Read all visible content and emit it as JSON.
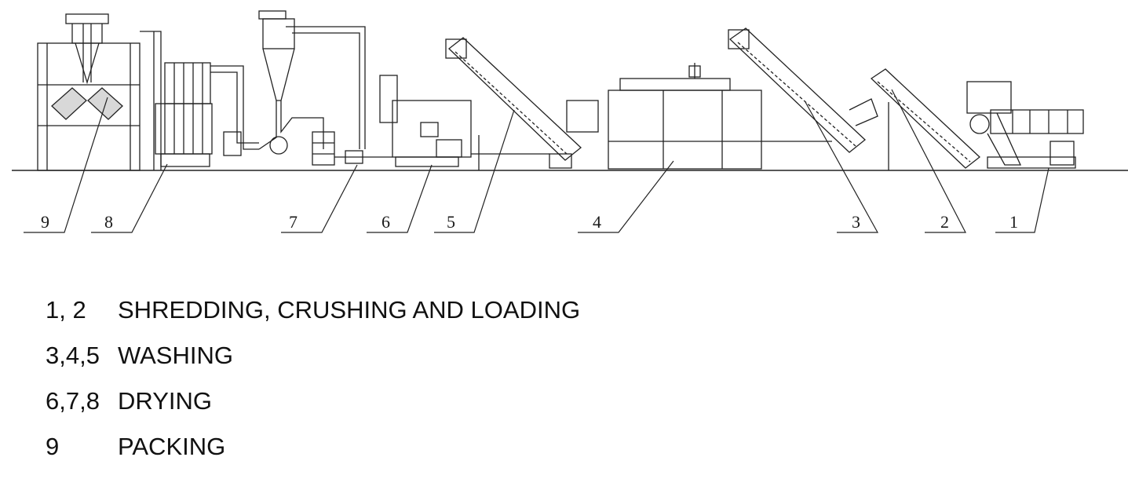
{
  "callouts": [
    "1",
    "2",
    "3",
    "4",
    "5",
    "6",
    "7",
    "8",
    "9"
  ],
  "legend": [
    {
      "numbers": "1, 2",
      "description": "SHREDDING, CRUSHING AND LOADING"
    },
    {
      "numbers": "3,4,5",
      "description": "WASHING"
    },
    {
      "numbers": "6,7,8",
      "description": "DRYING"
    },
    {
      "numbers": "9",
      "description": "PACKING"
    }
  ]
}
